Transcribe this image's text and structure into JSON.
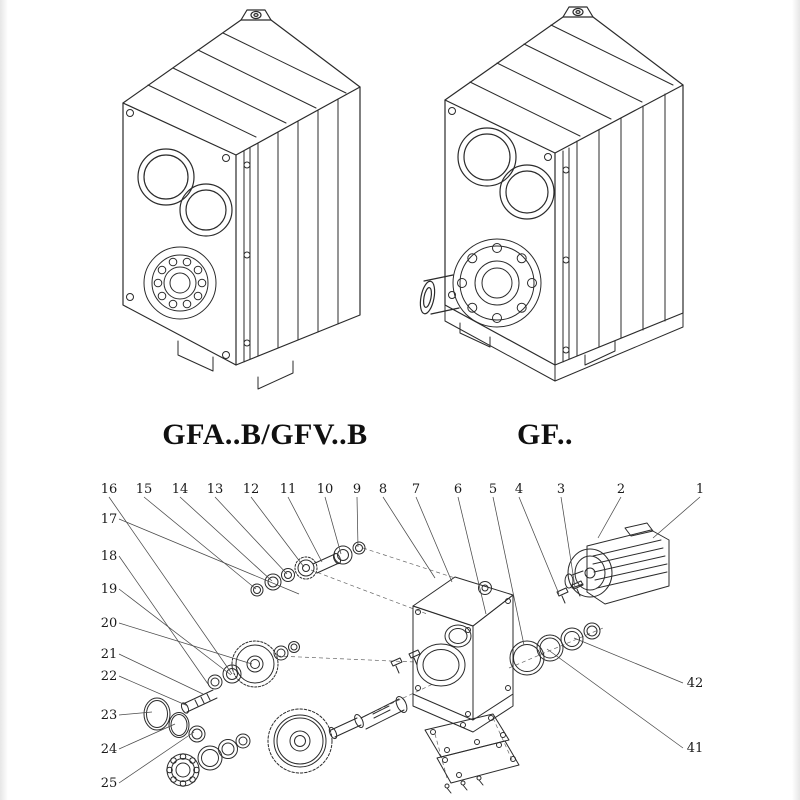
{
  "models": {
    "left_label": "GFA..B/GFV..B",
    "right_label": "GF.."
  },
  "exploded": {
    "top_row": [
      "16",
      "15",
      "14",
      "13",
      "12",
      "11",
      "10",
      "9",
      "8",
      "7",
      "6",
      "5",
      "4",
      "3",
      "2",
      "1"
    ],
    "left_column": [
      "17",
      "18",
      "19",
      "20",
      "21",
      "22",
      "23",
      "24",
      "25"
    ],
    "right_column": [
      "42",
      "41"
    ]
  },
  "drawings": {
    "left_view": "isometric line drawing of GFA..B/GFV..B flange-mounted parallel-shaft helical gear unit",
    "right_view": "isometric line drawing of GF.. parallel-shaft helical gear unit with solid output shaft",
    "exploded_view": "exploded parts diagram of gear unit with numbered components 1-25, 41, 42"
  },
  "colors": {
    "line": "#2b2b2b",
    "text": "#111111",
    "background": "#ffffff"
  }
}
